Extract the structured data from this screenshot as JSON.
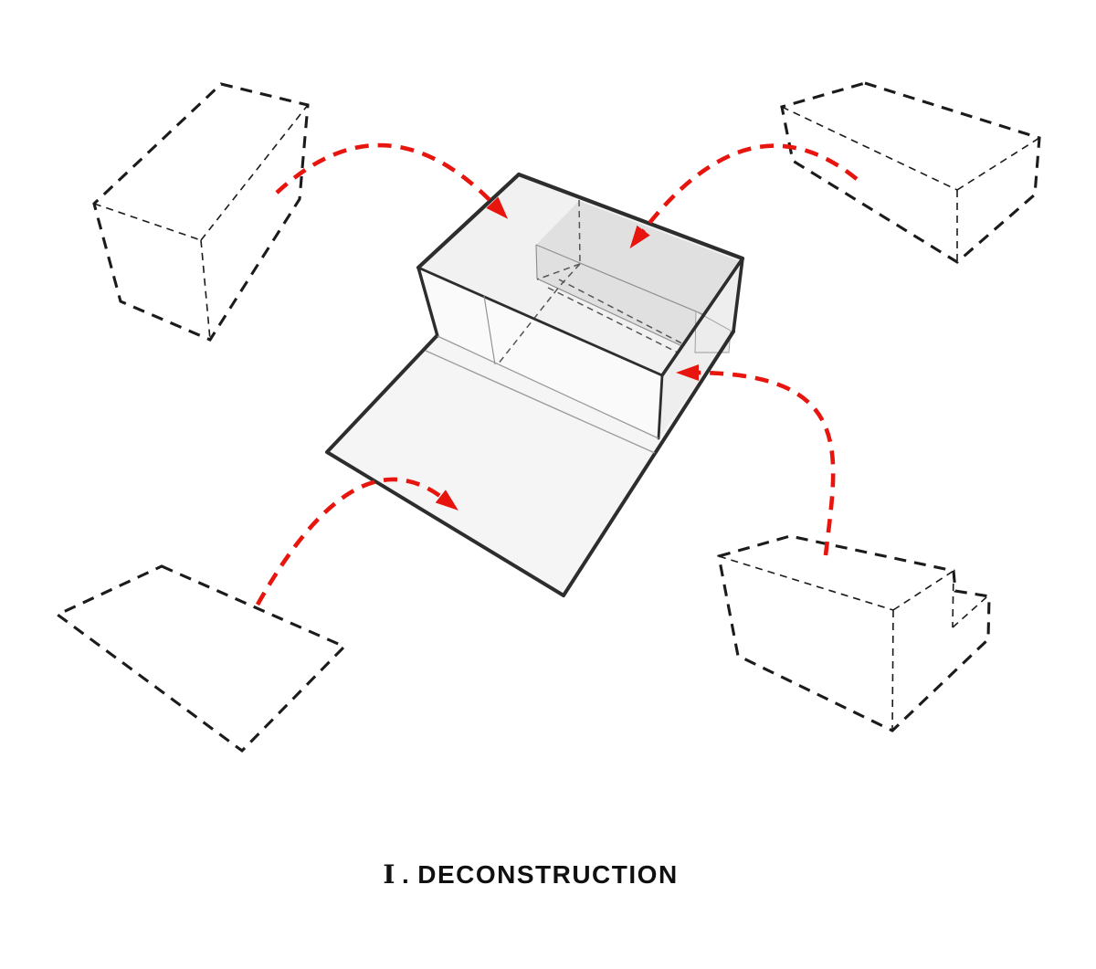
{
  "title": {
    "numeral": "I",
    "separator": ".",
    "word": "DECONSTRUCTION",
    "full_label": "I.DECONSTRUCTION"
  },
  "colors": {
    "background": "#ffffff",
    "ghost_line": "#1b1b1b",
    "mass_outline": "#2d2d2d",
    "mass_fill": "#f5f5f5",
    "mass_front_fill": "#fafafa",
    "mass_top_fill": "#f1f1f1",
    "mass_side_fill": "#eeeeee",
    "recess_fill": "#e0e0e0",
    "hidden_line": "#555555",
    "thin_line": "#9a9a9a",
    "arrow_red": "#e8140e",
    "title_color": "#101010"
  },
  "diagram": {
    "stage_label": "I.DECONSTRUCTION",
    "parts": [
      "central-building-mass",
      "ghost-volume-top-left",
      "ghost-slab-top-right",
      "ghost-plane-bottom-left",
      "ghost-volume-bottom-right"
    ],
    "arrow_count": 4
  }
}
